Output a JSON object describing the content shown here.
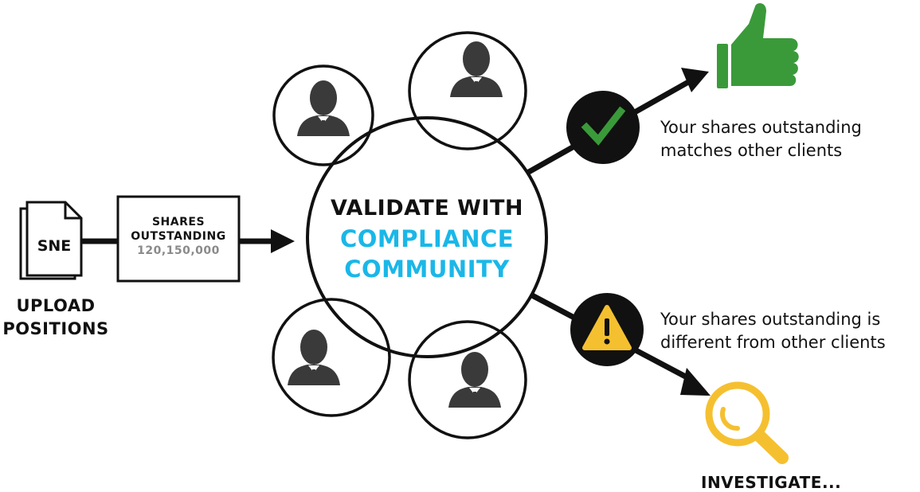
{
  "document": {
    "file_label": "SNE",
    "upload_label_line1": "UPLOAD",
    "upload_label_line2": "POSITIONS"
  },
  "shares_box": {
    "line1": "SHARES",
    "line2": "OUTSTANDING",
    "value": "120,150,000"
  },
  "center": {
    "line1": "VALIDATE WITH",
    "line2": "COMPLIANCE",
    "line3": "COMMUNITY"
  },
  "outcomes": {
    "match": {
      "line1": "Your shares outstanding",
      "line2": "matches other clients",
      "icon": "check-icon",
      "result_icon": "thumbs-up-icon"
    },
    "mismatch": {
      "line1": "Your shares outstanding is",
      "line2": "different from other clients",
      "icon": "warning-icon",
      "result_icon": "magnifier-icon",
      "result_label": "INVESTIGATE..."
    }
  },
  "colors": {
    "accent_blue": "#1ab7e8",
    "success_green": "#3a9a3a",
    "warning_yellow": "#f5c030",
    "person_gray": "#3a3a3a"
  }
}
